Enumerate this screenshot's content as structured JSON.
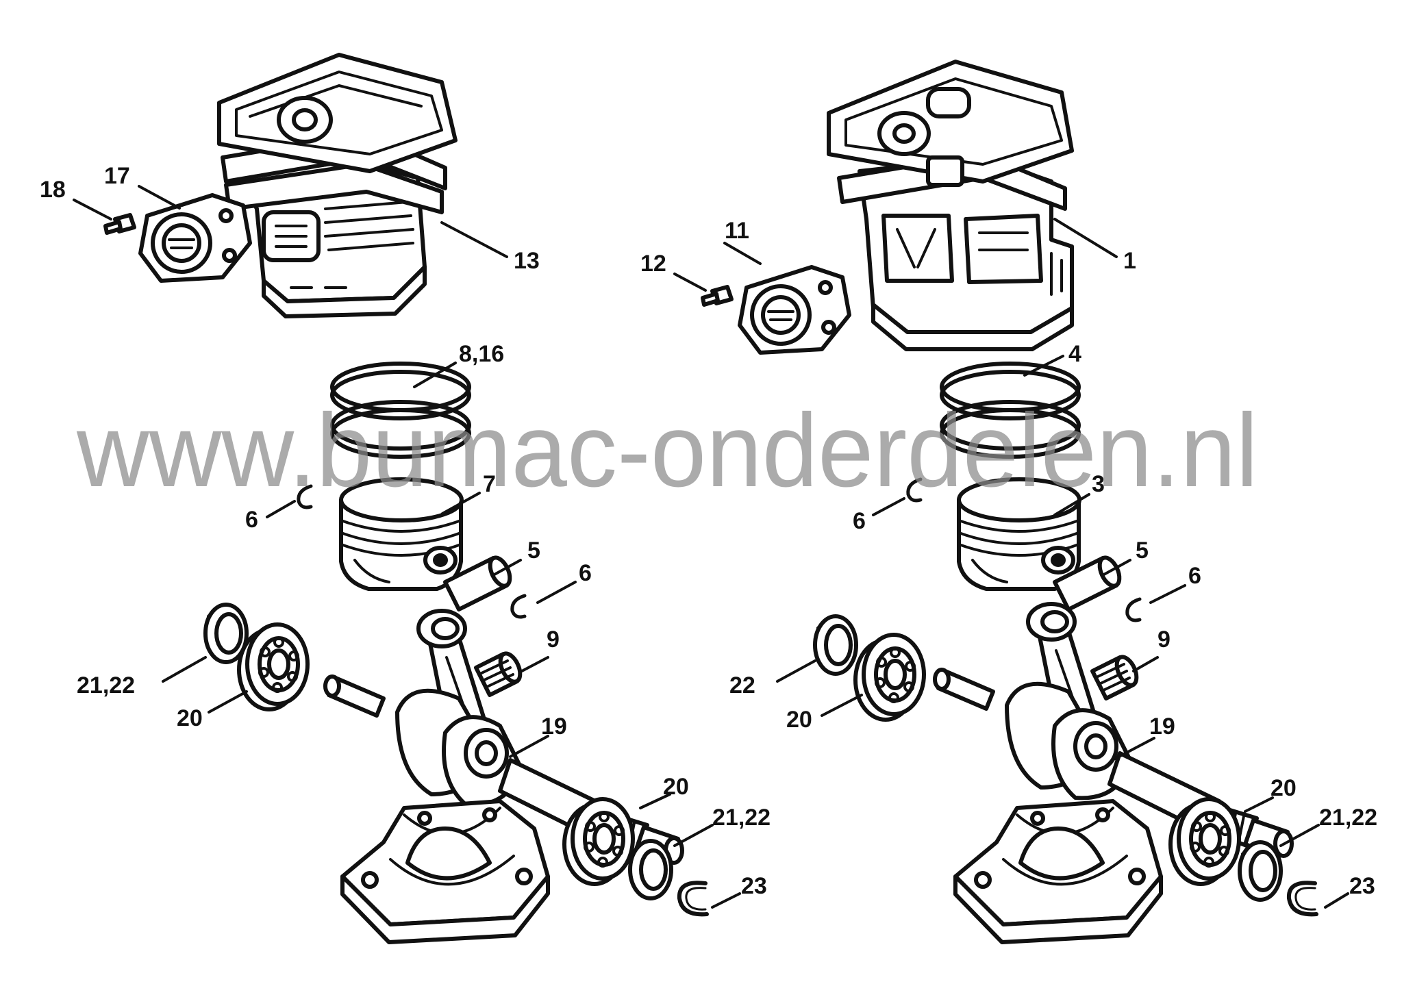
{
  "watermark": "www.bumac-onderdelen.nl",
  "left_assembly": {
    "labels": {
      "cylinder": "13",
      "intake_manifold": "17",
      "screw": "18",
      "piston_rings": "8,16",
      "piston": "7",
      "circlip_left": "6",
      "piston_pin": "5",
      "circlip_right": "6",
      "needle_cage": "9",
      "seal_left": "21,22",
      "bearing_left": "20",
      "crankshaft": "19",
      "bearing_right": "20",
      "seal_right": "21,22",
      "retaining_ring": "23"
    }
  },
  "right_assembly": {
    "labels": {
      "cylinder": "1",
      "intake_manifold": "11",
      "screw": "12",
      "piston_rings": "4",
      "piston": "3",
      "circlip_left": "6",
      "piston_pin": "5",
      "circlip_right": "6",
      "needle_cage": "9",
      "seal_left": "22",
      "bearing_left": "20",
      "crankshaft": "19",
      "bearing_right": "20",
      "seal_right": "21,22",
      "retaining_ring": "23"
    }
  }
}
